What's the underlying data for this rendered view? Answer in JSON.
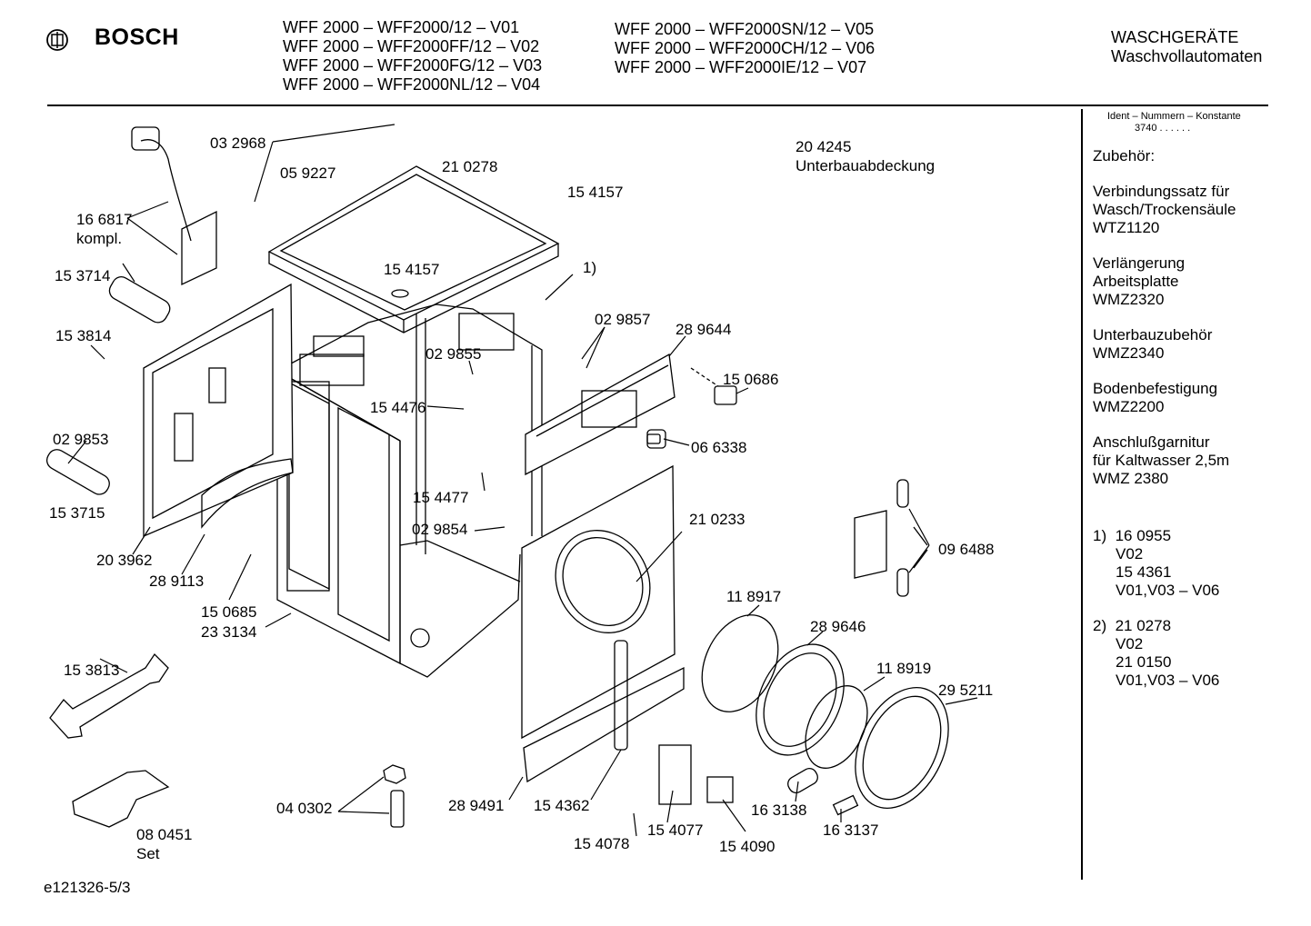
{
  "brand": "BOSCH",
  "models_col1": [
    "WFF 2000 – WFF2000/12 – V01",
    "WFF 2000 – WFF2000FF/12 – V02",
    "WFF 2000 – WFF2000FG/12 – V03",
    "WFF 2000 – WFF2000NL/12 – V04"
  ],
  "models_col2": [
    "WFF 2000 – WFF2000SN/12 – V05",
    "WFF 2000 – WFF2000CH/12 – V06",
    "WFF 2000 – WFF2000IE/12 – V07"
  ],
  "category": [
    "WASCHGERÄTE",
    "Waschvollautomaten"
  ],
  "ident_header": [
    "Ident – Nummern – Konstante",
    "3740  . .   . . . ."
  ],
  "accessories_title": "Zubehör:",
  "accessories": [
    [
      "Verbindungssatz für",
      "Wasch/Trockensäule",
      "WTZ1120"
    ],
    [
      "Verlängerung",
      "Arbeitsplatte",
      "WMZ2320"
    ],
    [
      "Unterbauzubehör",
      "WMZ2340"
    ],
    [
      "Bodenbefestigung",
      "WMZ2200"
    ],
    [
      "Anschlußgarnitur",
      "für Kaltwasser 2,5m",
      "WMZ 2380"
    ]
  ],
  "footnotes": [
    {
      "mark": "1)",
      "lines": [
        "16 0955",
        "V02",
        "15 4361",
        "V01,V03 – V06"
      ]
    },
    {
      "mark": "2)",
      "lines": [
        "21 0278",
        "V02",
        "21 0150",
        "V01,V03 – V06"
      ]
    }
  ],
  "parts": {
    "p032968": "03 2968",
    "p059227": "05 9227",
    "p210278": "21 0278",
    "p204245": "20 4245",
    "unterbauabdeckung": "Unterbauabdeckung",
    "p154157a": "15 4157",
    "p154157b": "15 4157",
    "p166817": "16 6817",
    "kompl": "kompl.",
    "p153714": "15 3714",
    "note1": "1)",
    "p029857": "02 9857",
    "p289644": "28 9644",
    "p153814": "15 3814",
    "p029855": "02 9855",
    "p150686": "15 0686",
    "p154476": "15 4476",
    "p029853": "02 9853",
    "p066338": "06 6338",
    "p153715": "15 3715",
    "p154477": "15 4477",
    "p203962": "20 3962",
    "p289113": "28 9113",
    "p029854": "02 9854",
    "p210233": "21 0233",
    "p096488": "09 6488",
    "p150685": "15 0685",
    "p233134": "23 3134",
    "p118917": "11 8917",
    "p289646": "28 9646",
    "p153813": "15 3813",
    "p118919": "11 8919",
    "p295211": "29 5211",
    "p040302": "04 0302",
    "p289491": "28 9491",
    "p154362": "15 4362",
    "p163138": "16 3138",
    "p163137": "16 3137",
    "p080451": "08 0451",
    "set": "Set",
    "p154077": "15 4077",
    "p154090": "15 4090",
    "p154078": "15 4078"
  },
  "drawing_id": "e121326-5/3"
}
